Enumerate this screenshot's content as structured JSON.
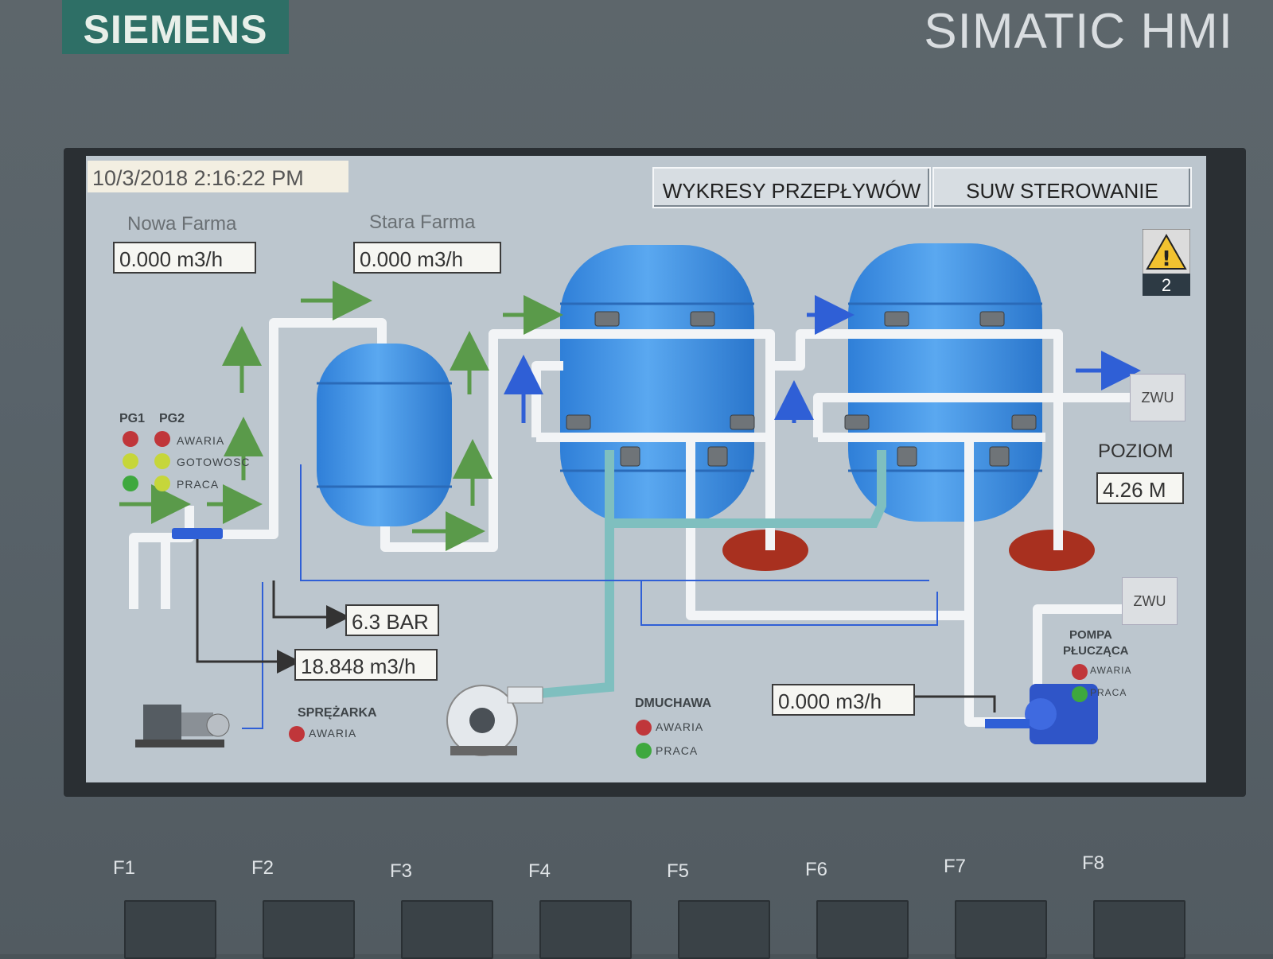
{
  "device": {
    "brand": "SIEMENS",
    "model": "SIMATIC HMI"
  },
  "screen": {
    "datetime": "10/3/2018 2:16:22 PM",
    "nav": {
      "flow_charts": "WYKRESY PRZEPŁYWÓW",
      "control": "SUW STEROWANIE"
    },
    "alarm": {
      "count": "2"
    },
    "nowa_farma": {
      "label": "Nowa Farma",
      "value": "0.000 m3/h"
    },
    "stara_farma": {
      "label": "Stara Farma",
      "value": "0.000 m3/h"
    },
    "pumps": {
      "pg1": "PG1",
      "pg2": "PG2",
      "awaria": "AWARIA",
      "gotowosc": "GOTOWOSC",
      "praca": "PRACA"
    },
    "pressure": "6.3 BAR",
    "flow_main": "18.848 m3/h",
    "compressor": {
      "label": "SPRĘŻARKA",
      "awaria": "AWARIA"
    },
    "blower": {
      "label": "DMUCHAWA",
      "awaria": "AWARIA",
      "praca": "PRACA"
    },
    "flush_flow": "0.000 m3/h",
    "flush_pump": {
      "label_line1": "POMPA",
      "label_line2": "PŁUCZĄCA",
      "awaria": "AWARIA",
      "praca": "PRACA"
    },
    "level": {
      "label": "POZIOM",
      "value": "4.26 M"
    },
    "zwu_top": "ZWU",
    "zwu_bottom": "ZWU"
  },
  "function_keys": [
    "F1",
    "F2",
    "F3",
    "F4",
    "F5",
    "F6",
    "F7",
    "F8"
  ],
  "colors": {
    "tank": "#3b8ee0",
    "pipe": "#f2f4f6",
    "pipe_teal": "#7fbfbf",
    "arrow_green": "#5a9a4a",
    "arrow_blue": "#2f5fd6",
    "led_red": "#c0363a",
    "led_green": "#3ea83e",
    "led_yellow": "#c6d63a",
    "drain": "#a8301f"
  }
}
